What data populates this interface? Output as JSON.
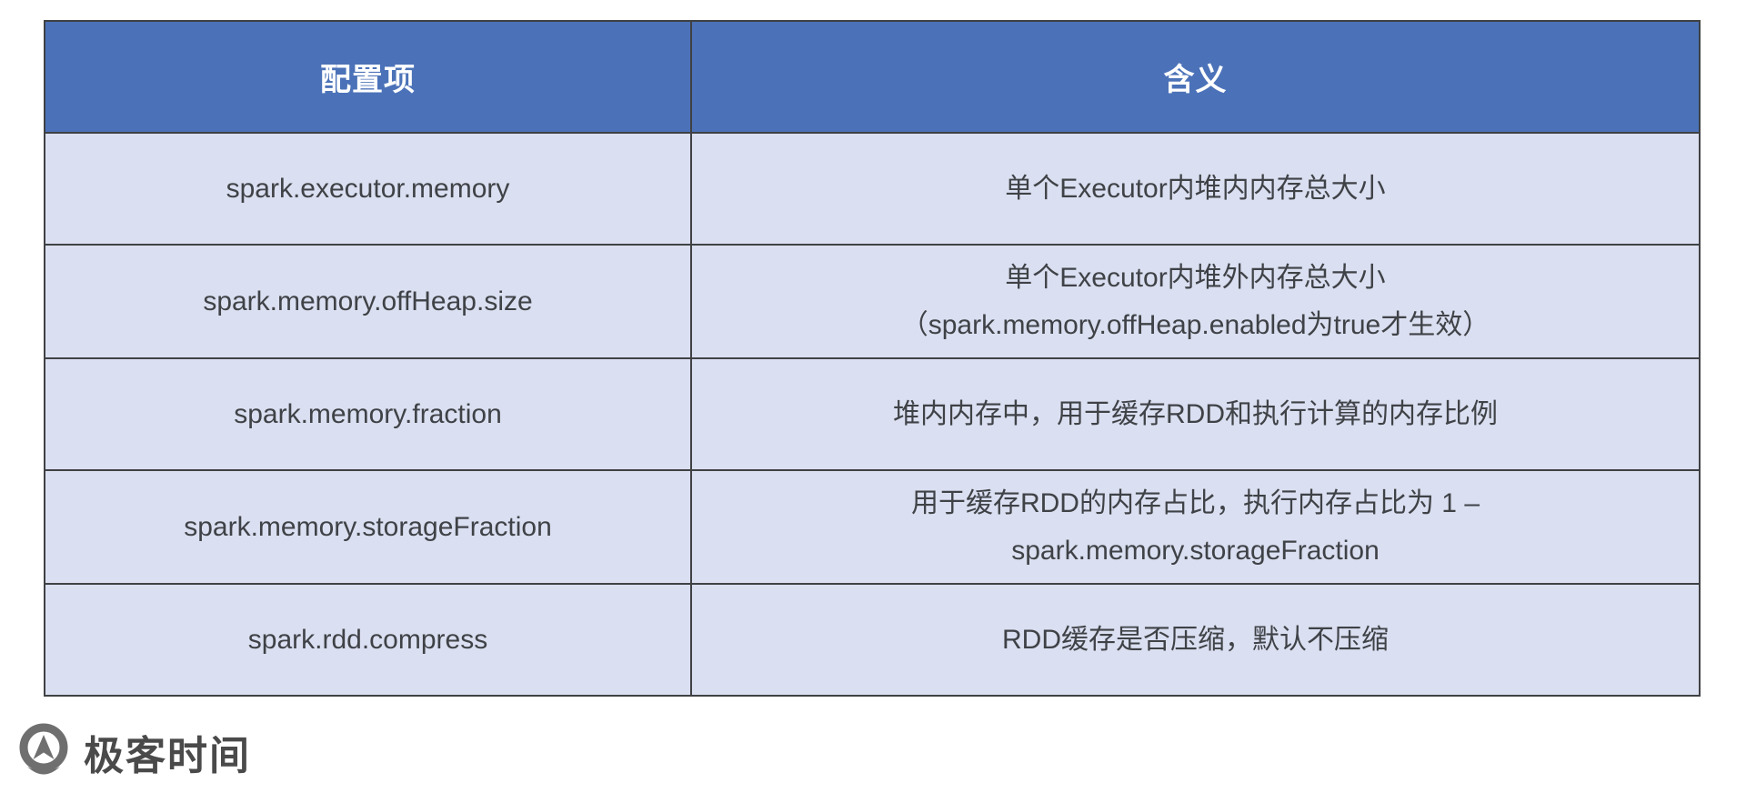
{
  "table": {
    "columns": [
      {
        "label": "配置项"
      },
      {
        "label": "含义"
      }
    ],
    "rows": [
      {
        "config": "spark.executor.memory",
        "meaning": "单个Executor内堆内内存总大小"
      },
      {
        "config": "spark.memory.offHeap.size",
        "meaning": "单个Executor内堆外内存总大小\n（spark.memory.offHeap.enabled为true才生效）"
      },
      {
        "config": "spark.memory.fraction",
        "meaning": "堆内内存中，用于缓存RDD和执行计算的内存比例"
      },
      {
        "config": "spark.memory.storageFraction",
        "meaning": "用于缓存RDD的内存占比，执行内存占比为 1 –\nspark.memory.storageFraction"
      },
      {
        "config": "spark.rdd.compress",
        "meaning": "RDD缓存是否压缩，默认不压缩"
      }
    ]
  },
  "footer": {
    "brand": "极客时间",
    "logo_icon": "geektime-logo"
  },
  "colors": {
    "header_bg": "#4b72b8",
    "header_text": "#ffffff",
    "row_bg": "#dadff1",
    "border": "#3f4144",
    "body_text": "#3f4246",
    "brand_gray": "#6f6f6f"
  }
}
